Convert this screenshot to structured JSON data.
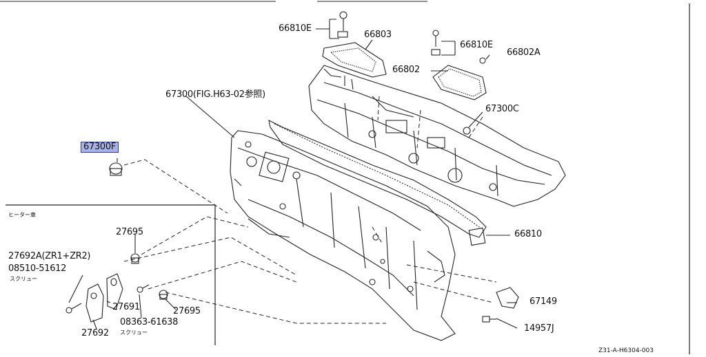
{
  "diagram": {
    "labels": {
      "p66810E_top": "66810E",
      "p66803": "66803",
      "p66810E_right": "66810E",
      "p66802A": "66802A",
      "p66802": "66802",
      "p67300_fig": "67300(FIG.H63-02参照)",
      "p67300C": "67300C",
      "p67300F": "67300F",
      "p66810": "66810",
      "p67149": "67149",
      "p14957J": "14957J",
      "p27695_a": "27695",
      "p27692A": "27692A(ZR1+ZR2)",
      "p08510": "08510-51612",
      "screw_a": "スクリュー",
      "p27691": "27691",
      "p27695_b": "27695",
      "p08363": "08363-61638",
      "screw_b": "スクリュー",
      "p27692": "27692"
    },
    "inset_title": "ヒーター車",
    "reference": "Z31-A-H6304-003",
    "highlighted_part": "67300F",
    "highlight_color": "#a9b3e6"
  }
}
